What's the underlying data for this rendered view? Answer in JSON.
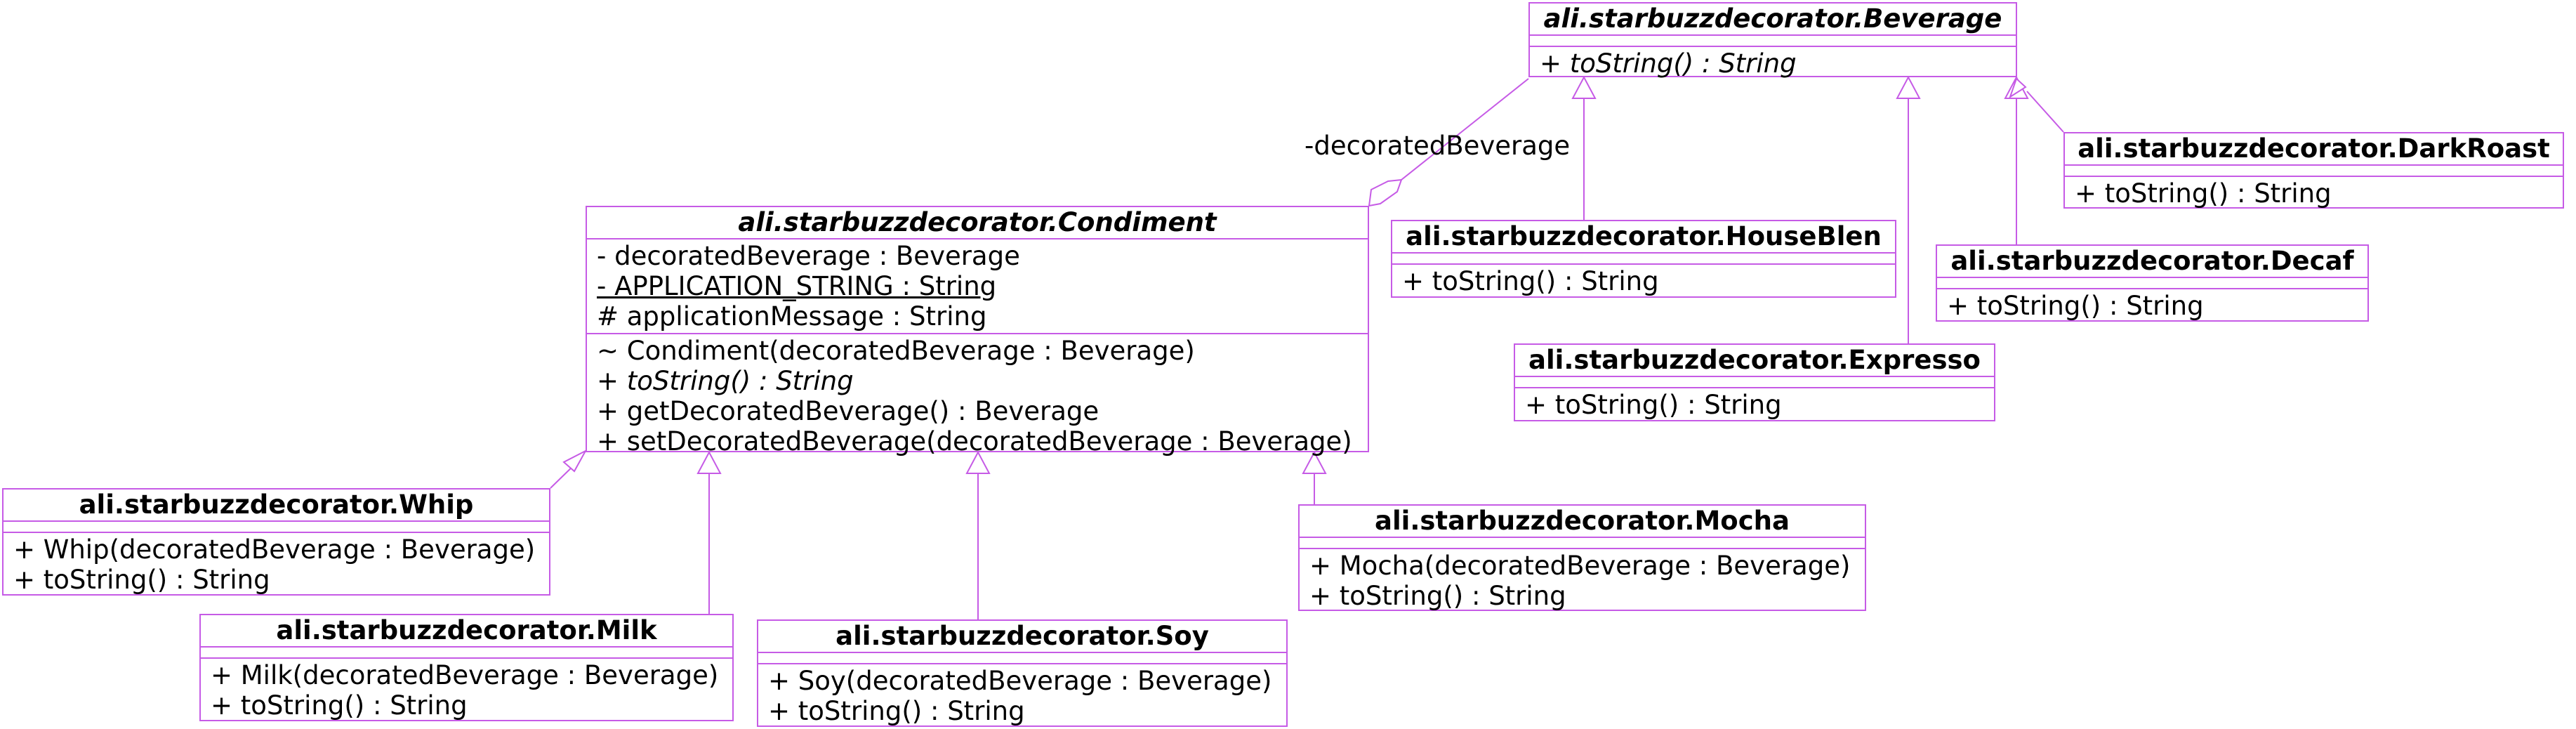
{
  "classes": {
    "beverage": {
      "name": "ali.starbuzzdecorator.Beverage",
      "attributes": [],
      "operations": [
        {
          "text": "+ toString() : String",
          "italic": true
        }
      ]
    },
    "condiment": {
      "name": "ali.starbuzzdecorator.Condiment",
      "attributes": [
        {
          "text": "- decoratedBeverage : Beverage"
        },
        {
          "text": "- APPLICATION_STRING : String",
          "static": true
        },
        {
          "text": "# applicationMessage : String"
        }
      ],
      "operations": [
        {
          "text": "~ Condiment(decoratedBeverage : Beverage)"
        },
        {
          "text": "+ toString() : String",
          "italic": true
        },
        {
          "text": "+ getDecoratedBeverage() : Beverage"
        },
        {
          "text": "+ setDecoratedBeverage(decoratedBeverage : Beverage)"
        }
      ]
    },
    "houseblen": {
      "name": "ali.starbuzzdecorator.HouseBlen",
      "attributes": [],
      "operations": [
        {
          "text": "+ toString() : String"
        }
      ]
    },
    "darkroast": {
      "name": "ali.starbuzzdecorator.DarkRoast",
      "attributes": [],
      "operations": [
        {
          "text": "+ toString() : String"
        }
      ]
    },
    "decaf": {
      "name": "ali.starbuzzdecorator.Decaf",
      "attributes": [],
      "operations": [
        {
          "text": "+ toString() : String"
        }
      ]
    },
    "expresso": {
      "name": "ali.starbuzzdecorator.Expresso",
      "attributes": [],
      "operations": [
        {
          "text": "+ toString() : String"
        }
      ]
    },
    "whip": {
      "name": "ali.starbuzzdecorator.Whip",
      "attributes": [],
      "operations": [
        {
          "text": "+ Whip(decoratedBeverage : Beverage)"
        },
        {
          "text": "+ toString() : String"
        }
      ]
    },
    "milk": {
      "name": "ali.starbuzzdecorator.Milk",
      "attributes": [],
      "operations": [
        {
          "text": "+ Milk(decoratedBeverage : Beverage)"
        },
        {
          "text": "+ toString() : String"
        }
      ]
    },
    "soy": {
      "name": "ali.starbuzzdecorator.Soy",
      "attributes": [],
      "operations": [
        {
          "text": "+ Soy(decoratedBeverage : Beverage)"
        },
        {
          "text": "+ toString() : String"
        }
      ]
    },
    "mocha": {
      "name": "ali.starbuzzdecorator.Mocha",
      "attributes": [],
      "operations": [
        {
          "text": "+ Mocha(decoratedBeverage : Beverage)"
        },
        {
          "text": "+ toString() : String"
        }
      ]
    }
  },
  "association": {
    "role": "-decoratedBeverage"
  },
  "colors": {
    "line": "#c65be6"
  }
}
